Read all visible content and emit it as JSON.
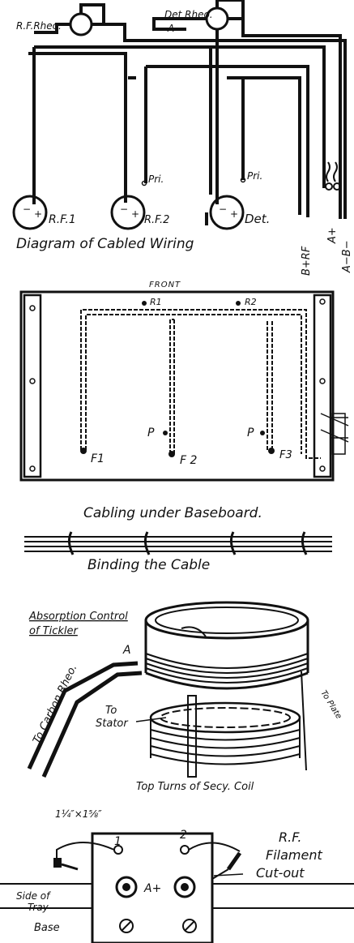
{
  "wiring_diagram": {
    "rheostats": {
      "rf": "R.F.Rheo.",
      "det": "Det Rheo."
    },
    "top_minus": "A−",
    "tubes": [
      "R.F.1",
      "R.F.2",
      "Det."
    ],
    "pri_labels": [
      "Pri.",
      "Pri."
    ],
    "terminals": [
      "B+RF",
      "A+",
      "A−B−"
    ],
    "caption": "Diagram of Cabled Wiring"
  },
  "baseboard": {
    "front_label": "FRONT",
    "resistors": [
      "R1",
      "R2"
    ],
    "filament_points": [
      "F1",
      "F 2",
      "F3"
    ],
    "plate_points": [
      "P",
      "P"
    ],
    "caption": "Cabling under Baseboard."
  },
  "binding": {
    "caption": "Binding the Cable"
  },
  "tickler": {
    "title_line1": "Absorption Control",
    "title_line2": "of Tickler",
    "point_label": "A",
    "to_carbon": "To Carbon Rheo.",
    "to_stator_1": "To",
    "to_stator_2": "Stator",
    "to_plate": "To Plate",
    "caption": "Top Turns of Secy. Coil"
  },
  "cutout": {
    "size_label": "1¼″×1⅝″",
    "terminal_1": "1",
    "terminal_2": "2",
    "center_label": "A+",
    "side_label_1": "Side of",
    "side_label_2": "Tray",
    "base_label": "Base",
    "title_1": "R.F.",
    "title_2": "Filament",
    "title_3": "Cut-out"
  }
}
